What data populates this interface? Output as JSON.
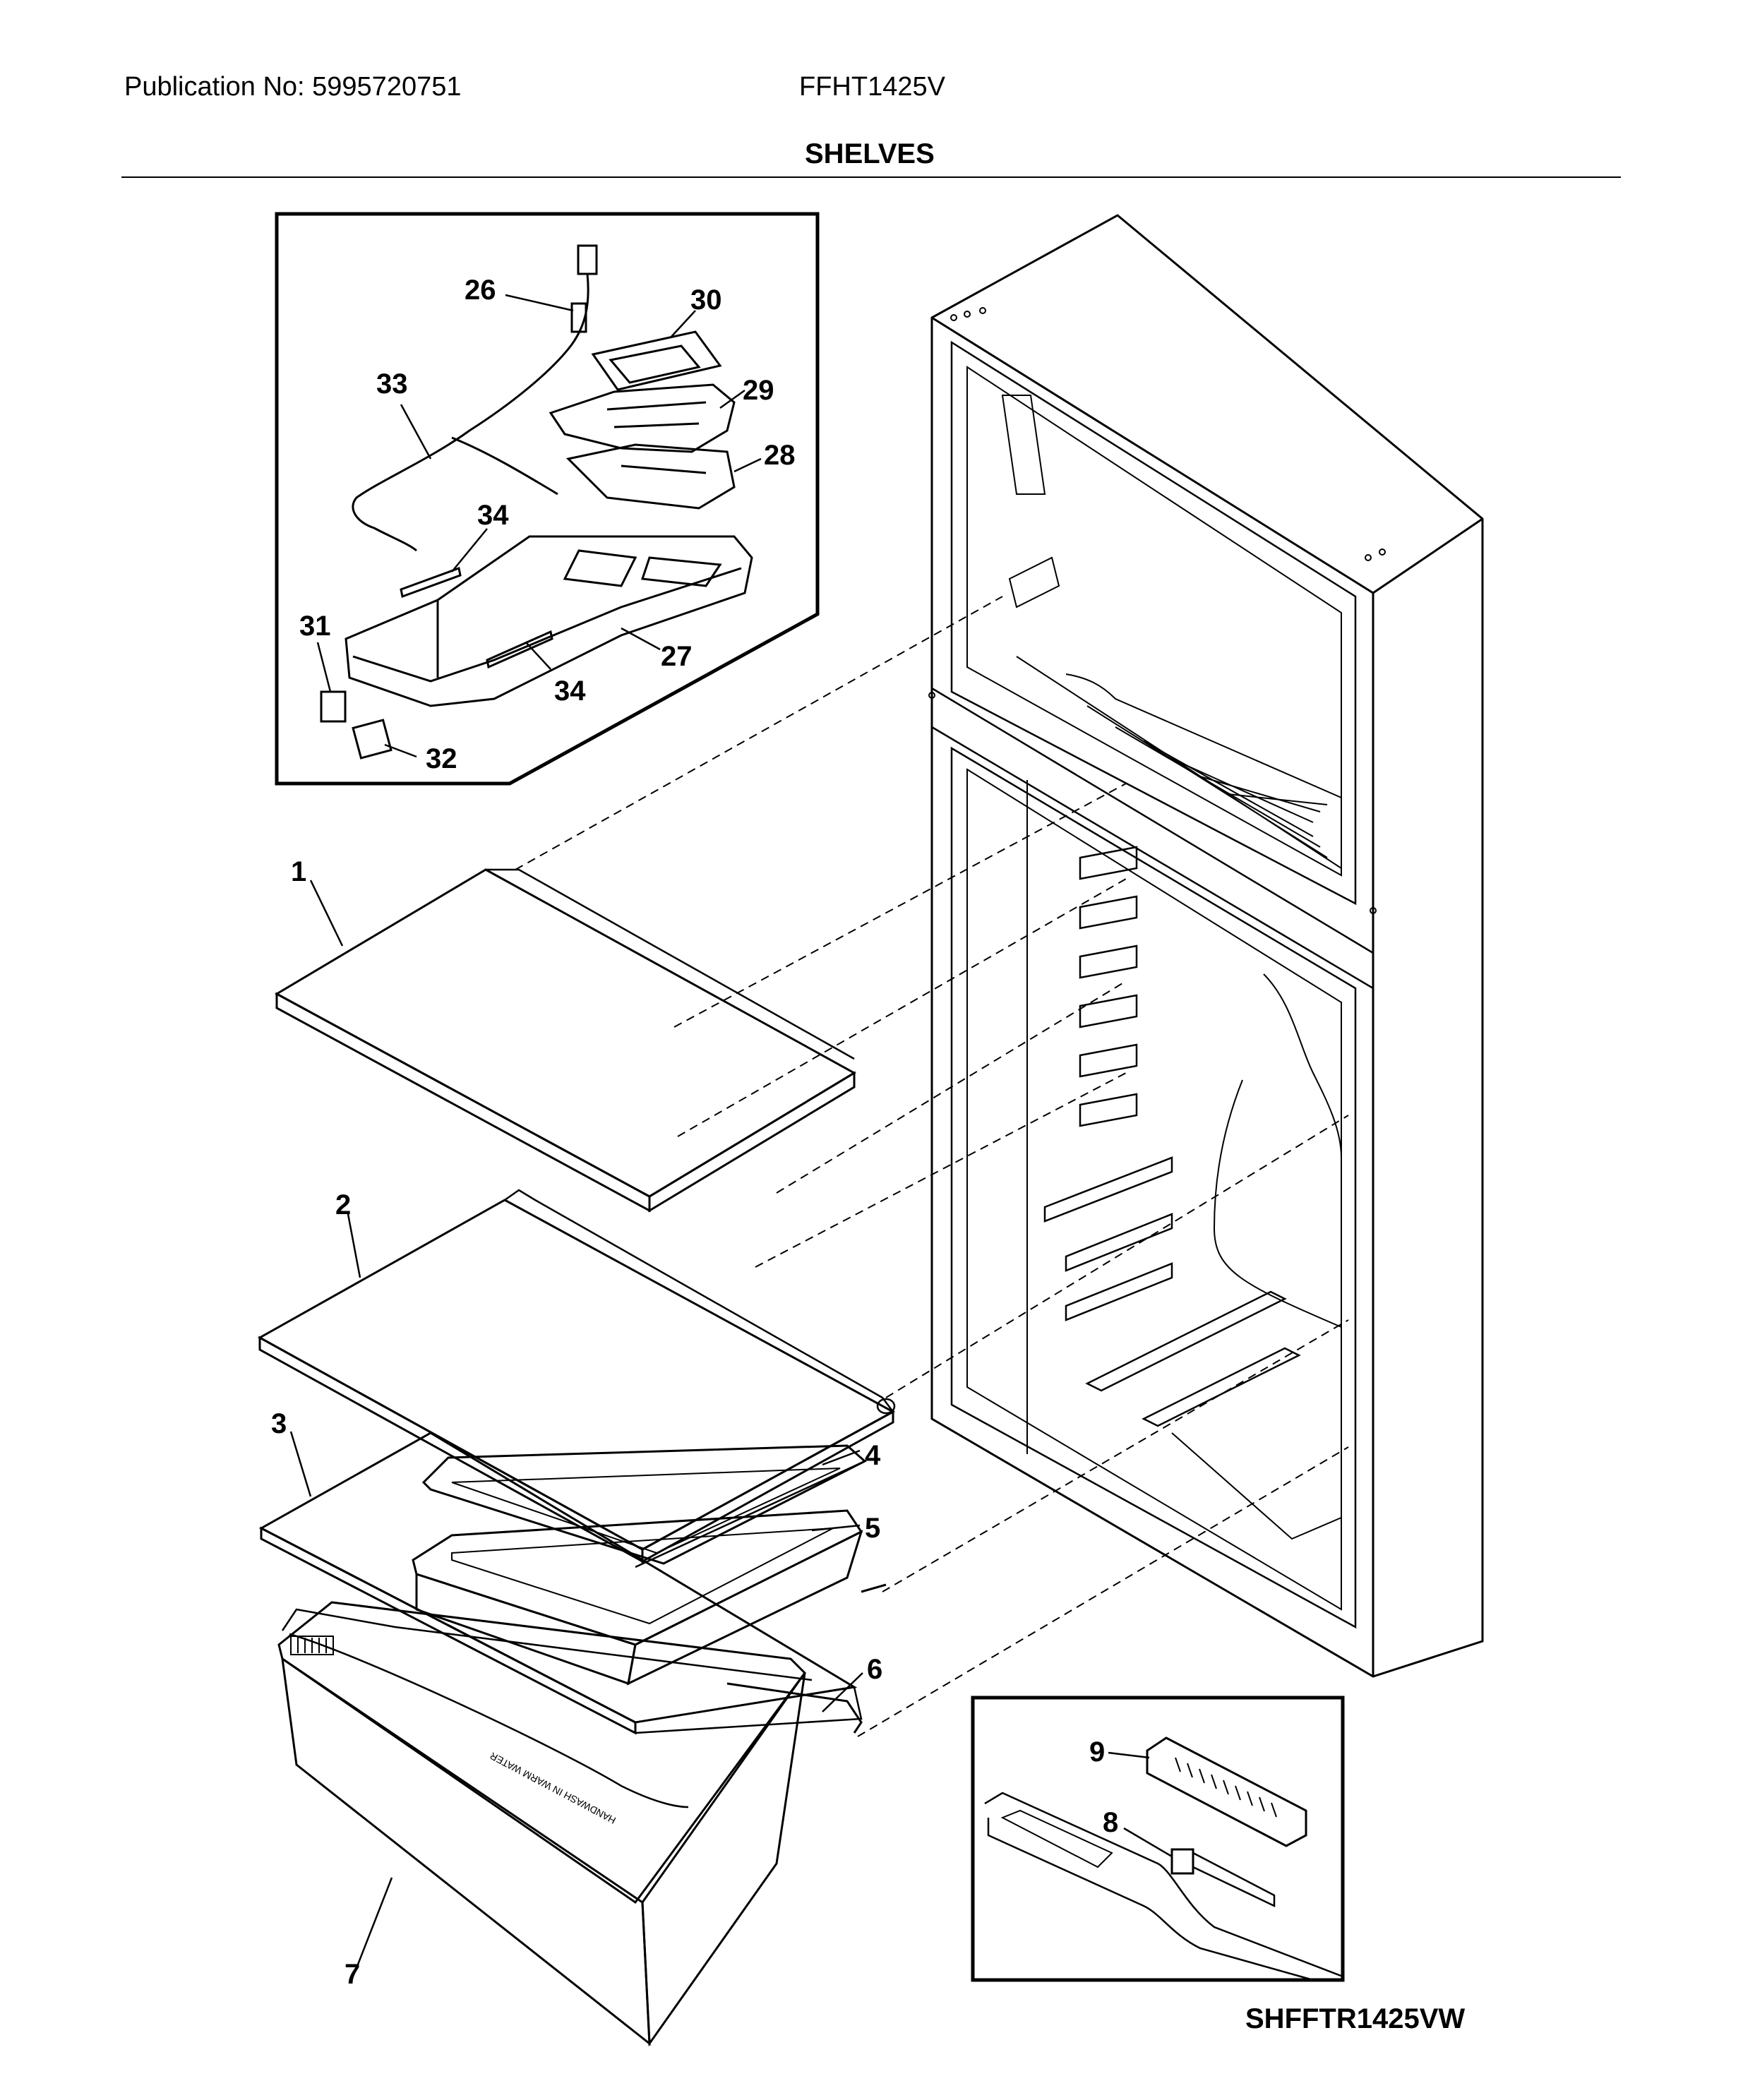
{
  "header": {
    "publication": "Publication No: 5995720751",
    "model": "FFHT1425V",
    "section_title": "SHELVES"
  },
  "callouts": {
    "c1": "1",
    "c2": "2",
    "c3": "3",
    "c4": "4",
    "c5": "5",
    "c6": "6",
    "c7": "7",
    "c8": "8",
    "c9": "9",
    "c26": "26",
    "c27": "27",
    "c28": "28",
    "c29": "29",
    "c30": "30",
    "c31": "31",
    "c32": "32",
    "c33": "33",
    "c34a": "34",
    "c34b": "34"
  },
  "bin_text": "HANDWASH IN WARM WATER",
  "footer": {
    "code": "SHFFTR1425VW"
  }
}
